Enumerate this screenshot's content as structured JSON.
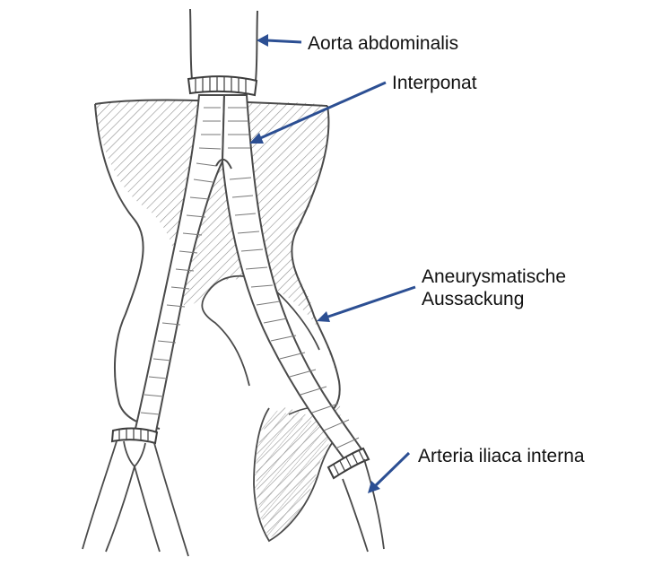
{
  "labels": {
    "aorta": "Aorta abdominalis",
    "interponat": "Interponat",
    "aneurysm_line1": "Aneurysmatische",
    "aneurysm_line2": "Aussackung",
    "iliaca": "Arteria iliaca interna"
  },
  "colors": {
    "arrow": "#2c4f93",
    "pencil": "#4a4a4a",
    "hatch": "#8a8a8a",
    "background": "#ffffff"
  }
}
